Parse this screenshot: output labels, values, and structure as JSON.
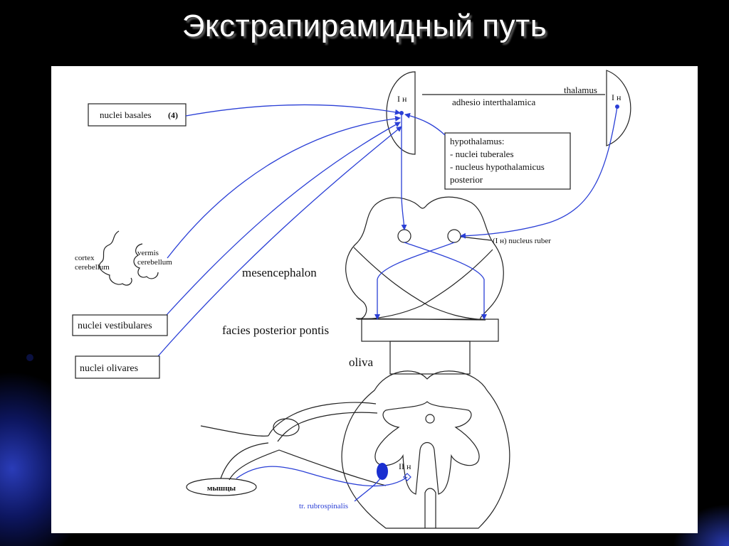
{
  "slide": {
    "title": "Экстрапирамидный путь",
    "colors": {
      "background": "#000000",
      "accent_blue": "#2a3fd6",
      "glow_blue": "#1a2a9a"
    }
  },
  "diagram": {
    "labels": {
      "thalamus_nucleus_left": "I н",
      "thalamus_nucleus_right": "I н",
      "adhesio": "adhesio interthalamica",
      "thalamus": "thalamus",
      "nuclei_basales": "nuclei basales",
      "nuclei_basales_num": "(4)",
      "hypothalamus_title": "hypothalamus:",
      "hypothalamus_item1": "- nuclei tuberales",
      "hypothalamus_item2": "- nucleus hypothalamicus",
      "hypothalamus_item3": "posterior",
      "cortex_cerebellum_1": "cortex",
      "cortex_cerebellum_2": "cerebellum",
      "vermis_cerebellum_1": "vermis",
      "vermis_cerebellum_2": "cerebellum",
      "nucleus_ruber": "(I н) nucleus ruber",
      "mesencephalon": "mesencephalon",
      "facies_posterior_pontis": "facies posterior pontis",
      "oliva": "oliva",
      "nuclei_vestibulares": "nuclei vestibulares",
      "nuclei_olivares": "nuclei olivares",
      "spinal_neuron": "II н",
      "muscles": "мышцы",
      "tract": "tr. rubrospinalis"
    }
  }
}
